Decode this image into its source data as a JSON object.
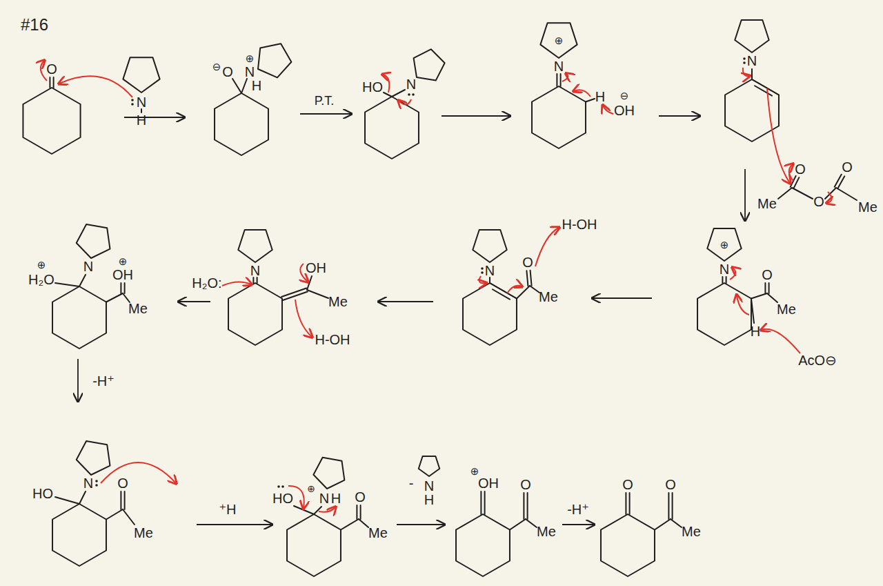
{
  "diagram": {
    "title": "#16",
    "labels": [
      "O",
      "N",
      "H",
      "⊖",
      "O",
      "⊕",
      "N",
      "H",
      "P.T.",
      "HO",
      "N",
      "⊕",
      "N",
      "H",
      "⊖",
      "OH",
      "N",
      "O",
      "Me",
      "O",
      "O",
      "Me",
      "⊕",
      "H₂O",
      "N",
      "⊕",
      "OH",
      "Me",
      "H₂O:",
      "N",
      "OH",
      "Me",
      "H-OH",
      "N",
      "H-OH",
      "O",
      "Me",
      "⊕",
      "N",
      "O",
      "Me",
      "H",
      "AcO⊖",
      "-H⁺",
      "HO",
      "N",
      "O",
      "Me",
      "⁺H",
      "HO",
      "⊕",
      "N",
      "H",
      "O",
      "Me",
      "-",
      "N",
      "H",
      "⊕",
      "OH",
      "O",
      "Me",
      "-H⁺",
      "O",
      "O",
      "Me"
    ]
  }
}
